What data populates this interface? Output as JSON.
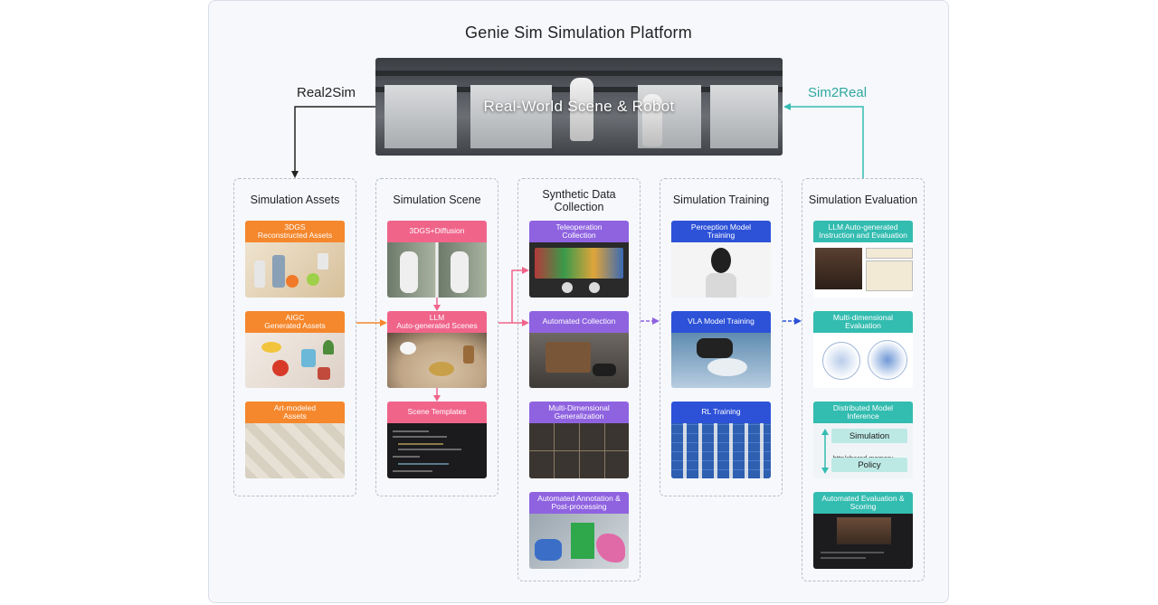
{
  "title": "Genie Sim Simulation Platform",
  "real2sim": "Real2Sim",
  "sim2real": "Sim2Real",
  "hero": "Real-World Scene & Robot",
  "columns": {
    "assets": {
      "title": "Simulation Assets",
      "cards": [
        "3DGS\nReconstructed Assets",
        "AIGC\nGenerated Assets",
        "Art-modeled\nAssets"
      ]
    },
    "scene": {
      "title": "Simulation Scene",
      "cards": [
        "3DGS+Diffusion",
        "LLM\nAuto-generated Scenes",
        "Scene Templates"
      ]
    },
    "collection": {
      "title": "Synthetic Data\nCollection",
      "cards": [
        "Teleoperation\nCollection",
        "Automated Collection",
        "Multi-Dimensional\nGeneralization",
        "Automated Annotation &\nPost-processing"
      ]
    },
    "training": {
      "title": "Simulation Training",
      "cards": [
        "Perception Model\nTraining",
        "VLA Model Training",
        "RL Training"
      ]
    },
    "evaluation": {
      "title": "Simulation Evaluation",
      "cards": [
        "LLM Auto-generated\nInstruction and Evaluation",
        "Multi-dimensional\nEvaluation",
        "Distributed Model\nInference",
        "Automated Evaluation &\nScoring"
      ],
      "inference": {
        "simulation": "Simulation",
        "shared": "http/shared memory",
        "policy": "Policy"
      }
    }
  },
  "colors": {
    "orange": "#f5872c",
    "pink": "#f0648a",
    "purple": "#8f63e0",
    "blue": "#2d52d8",
    "teal": "#33bcb0",
    "real2sim_arrow": "#222222",
    "sim2real_arrow": "#33bcb0"
  }
}
